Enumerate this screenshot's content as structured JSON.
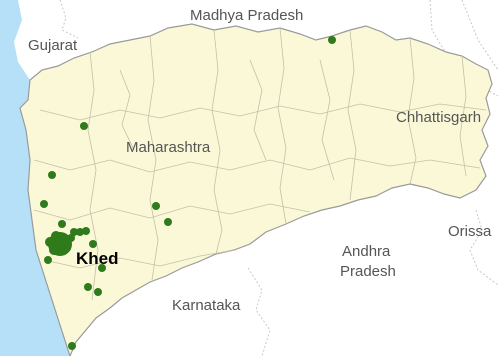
{
  "map": {
    "colors": {
      "sea": "#b6e0f7",
      "land": "#ffffff",
      "state_fill": "#fbf8d8",
      "state_border": "#9a9a9a",
      "neighbor_border": "#c8c8c8",
      "marker": "#2f7a1b"
    },
    "highlight_label": "Khed",
    "state_label": "Maharashtra",
    "neighbors": {
      "north": "Madhya Pradesh",
      "northwest": "Gujarat",
      "east": "Chhattisgarh",
      "southeast_line1": "Andhra",
      "southeast_line2": "Pradesh",
      "south": "Karnataka",
      "east_edge": "Orissa"
    },
    "marker_count": 22
  }
}
